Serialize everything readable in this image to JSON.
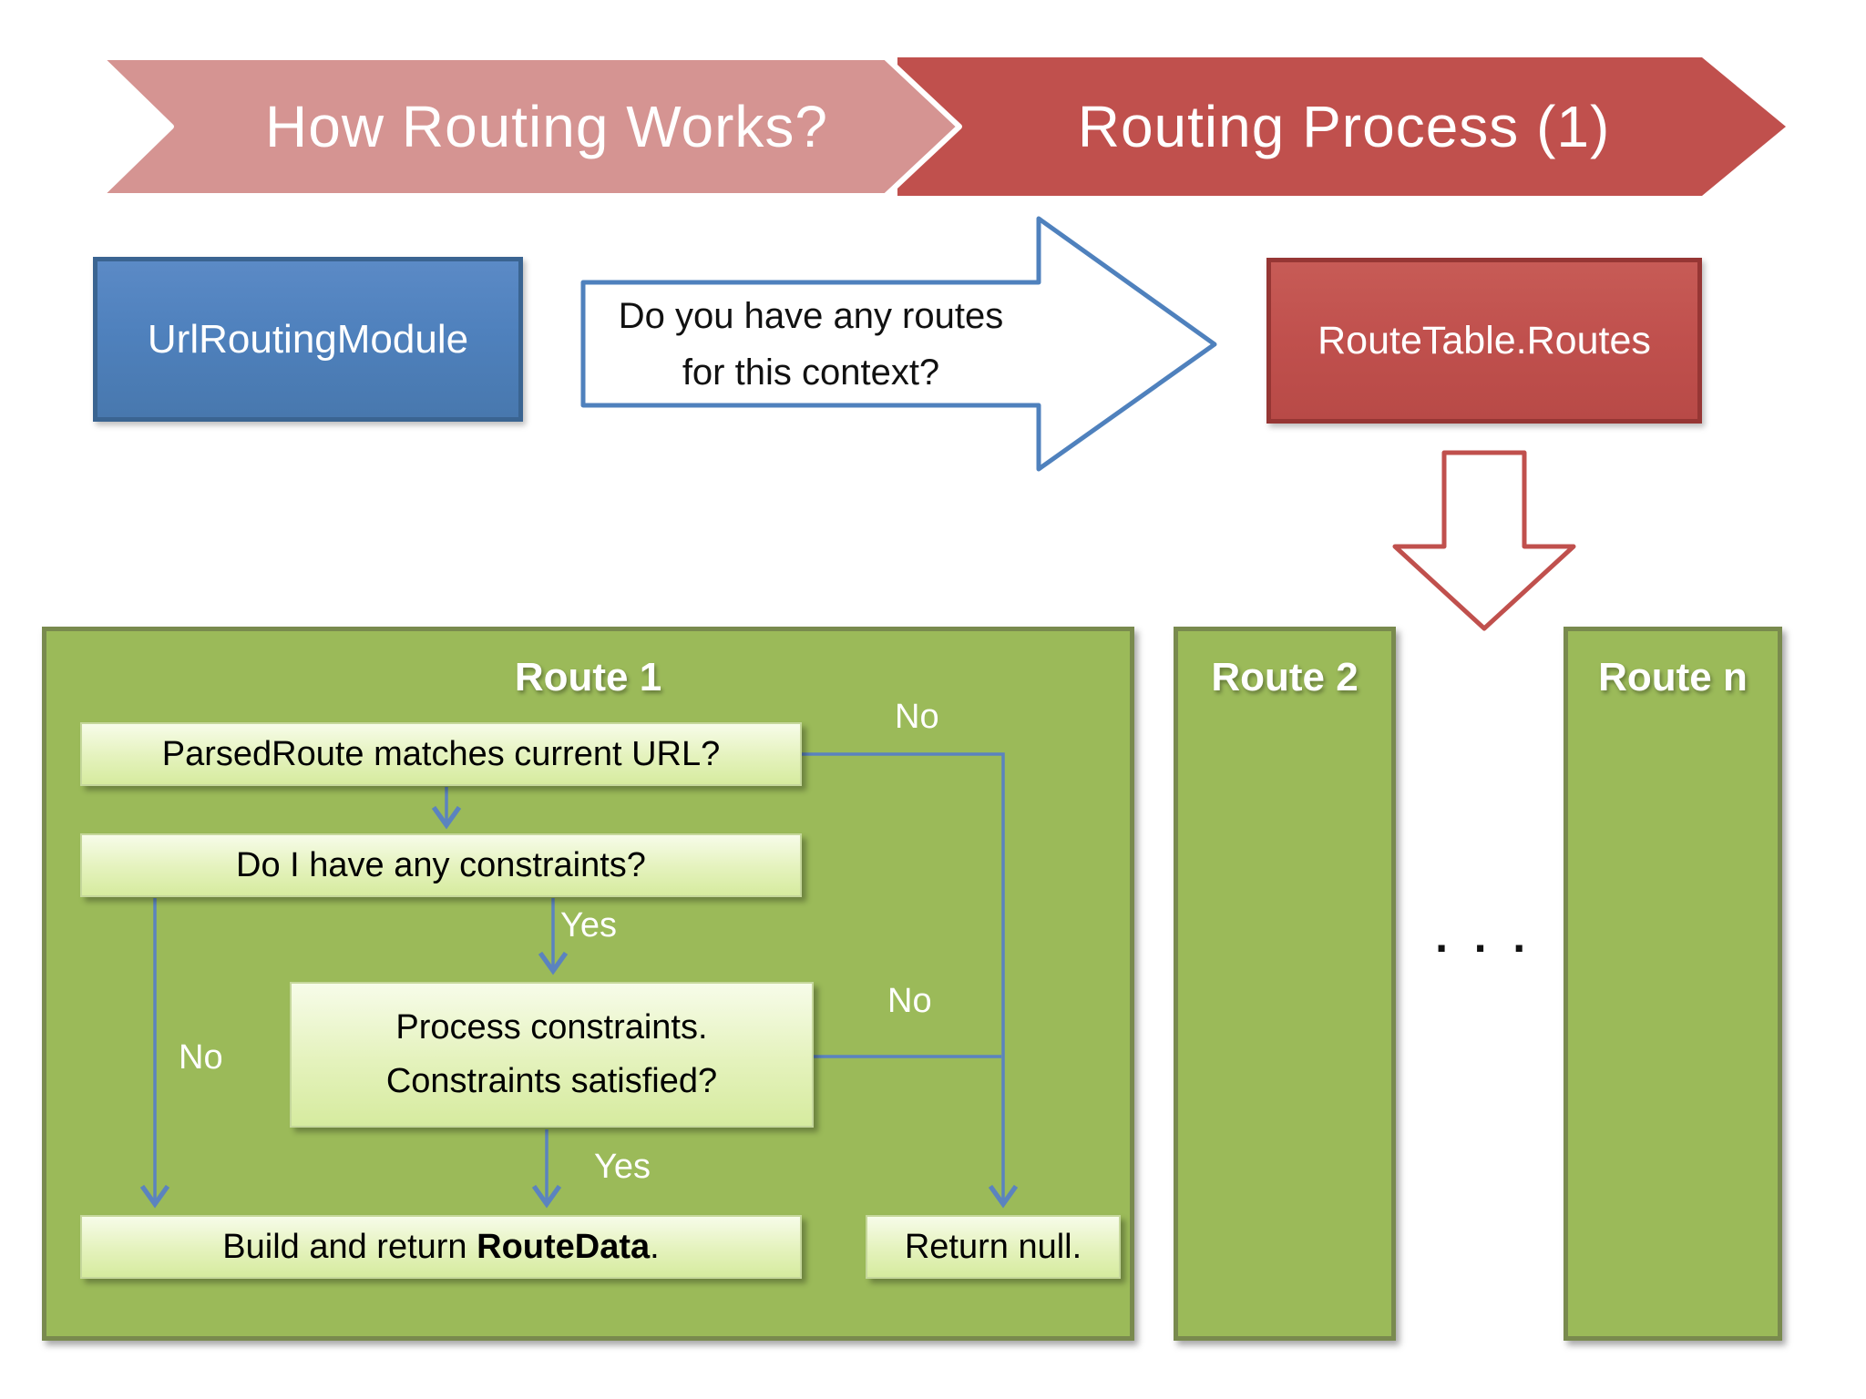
{
  "banner": {
    "step1": "How Routing Works?",
    "step2": "Routing Process (1)"
  },
  "module_box": {
    "label": "UrlRoutingModule"
  },
  "question_arrow": {
    "line1": "Do you have any routes",
    "line2": "for this context?"
  },
  "route_table_box": {
    "label": "RouteTable.Routes"
  },
  "route1": {
    "title": "Route 1",
    "steps": {
      "parsed_route": "ParsedRoute matches current URL?",
      "constraints_question": "Do I have any constraints?",
      "process_constraints": "Process constraints.\nConstraints satisfied?",
      "build_return_prefix": "Build and return ",
      "build_return_bold": "RouteData",
      "build_return_suffix": ".",
      "return_null": "Return null."
    },
    "labels": {
      "no_parsed": "No",
      "no_constraints": "No",
      "no_process": "No",
      "yes_constraints": "Yes",
      "yes_process": "Yes"
    }
  },
  "route2": {
    "title": "Route 2"
  },
  "route_n": {
    "title": "Route n"
  },
  "ellipsis": "· · ·",
  "colors": {
    "banner_pink": "#d59492",
    "banner_red": "#c0504d",
    "red_box_border": "#963634",
    "blue_box_fill": "#4f81bd",
    "blue_box_border": "#3a6491",
    "green_container_fill": "#9bba59",
    "green_container_border": "#798a4e",
    "flowbox_fill_top": "#f7fce9",
    "flowbox_fill_bottom": "#d6eb9f",
    "connector_blue": "#5b83bf",
    "text_white": "#ffffff",
    "text_black": "#000000"
  }
}
